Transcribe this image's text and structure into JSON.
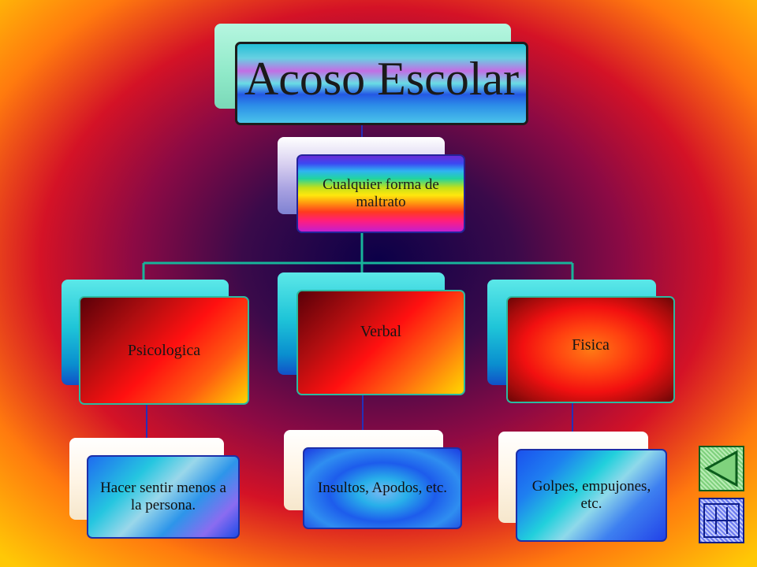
{
  "diagram": {
    "title": "Acoso Escolar",
    "definition": "Cualquier forma de maltrato",
    "categories": [
      {
        "label": "Psicologica",
        "example": "Hacer sentir menos a la persona."
      },
      {
        "label": "Verbal",
        "example": "Insultos, Apodos, etc."
      },
      {
        "label": "Fisica",
        "example": "Golpes, empujones, etc."
      }
    ]
  },
  "navigation": {
    "back_icon": "triangle-left-icon",
    "end_icon": "end-icon"
  },
  "colors": {
    "connector": "#18b49a",
    "leaf_connector": "#2430b8",
    "background_center": "#120050",
    "background_edge": "#ffc400"
  }
}
